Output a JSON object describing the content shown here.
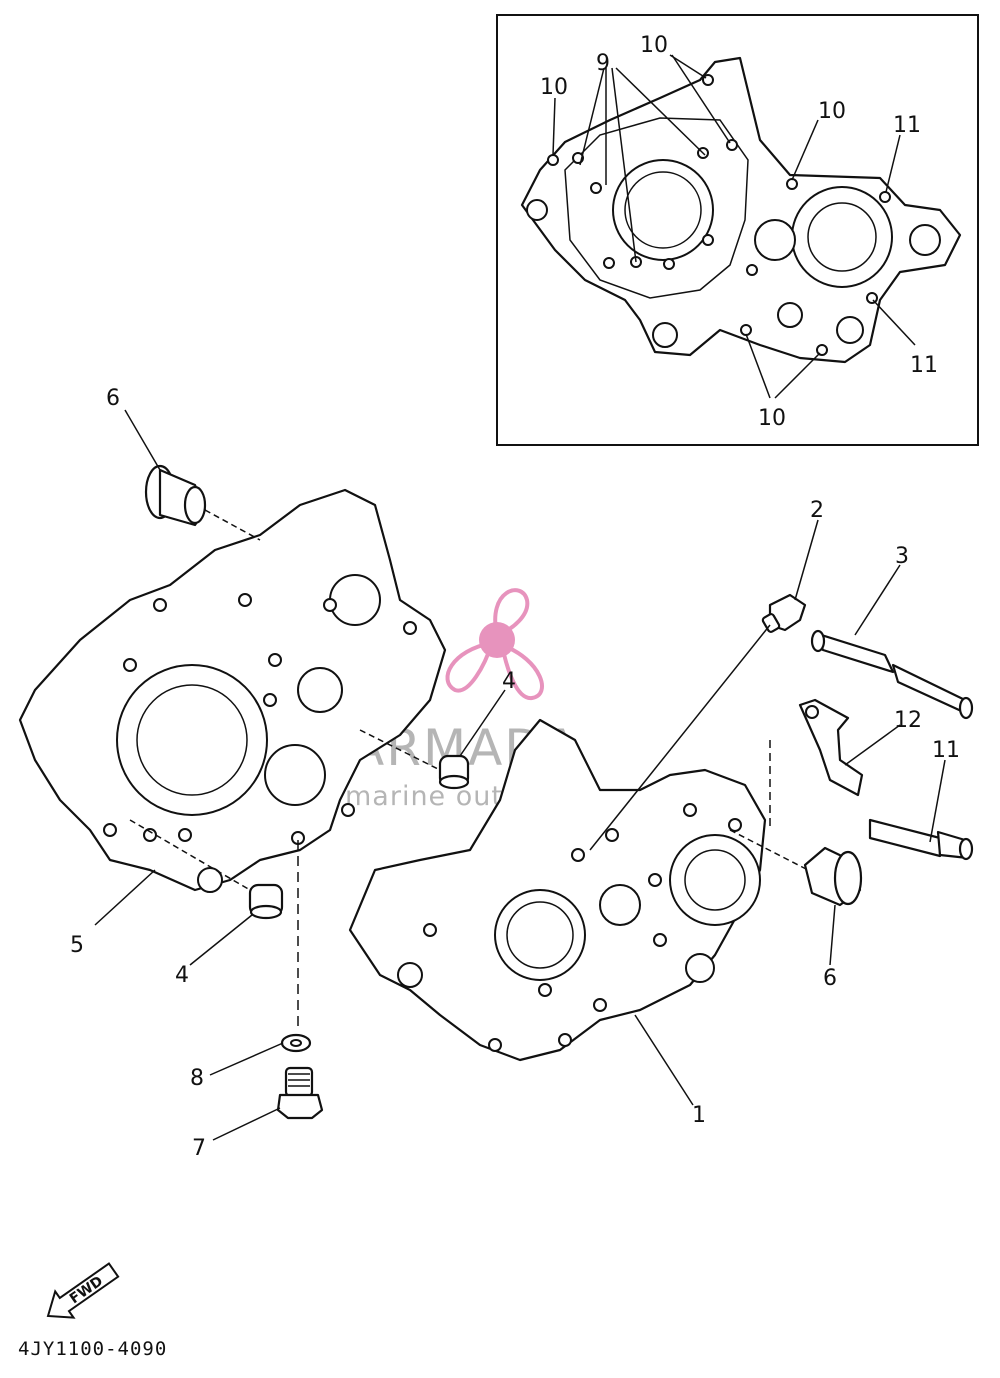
{
  "callouts": {
    "c1": "1",
    "c2": "2",
    "c3": "3",
    "c4a": "4",
    "c4b": "4",
    "c5": "5",
    "c6a": "6",
    "c6b": "6",
    "c7": "7",
    "c8": "8",
    "c11": "11",
    "c12": "12"
  },
  "inset_callouts": {
    "c9": "9",
    "c10a": "10",
    "c10b": "10",
    "c10c": "10",
    "c10d": "10",
    "c11a": "11",
    "c11b": "11"
  },
  "direction_label": "FWD",
  "diagram_code": "4JY1100-4090",
  "watermark": {
    "brand": "ARMADA",
    "tagline": "marine outboards",
    "color": "#e070a8"
  }
}
